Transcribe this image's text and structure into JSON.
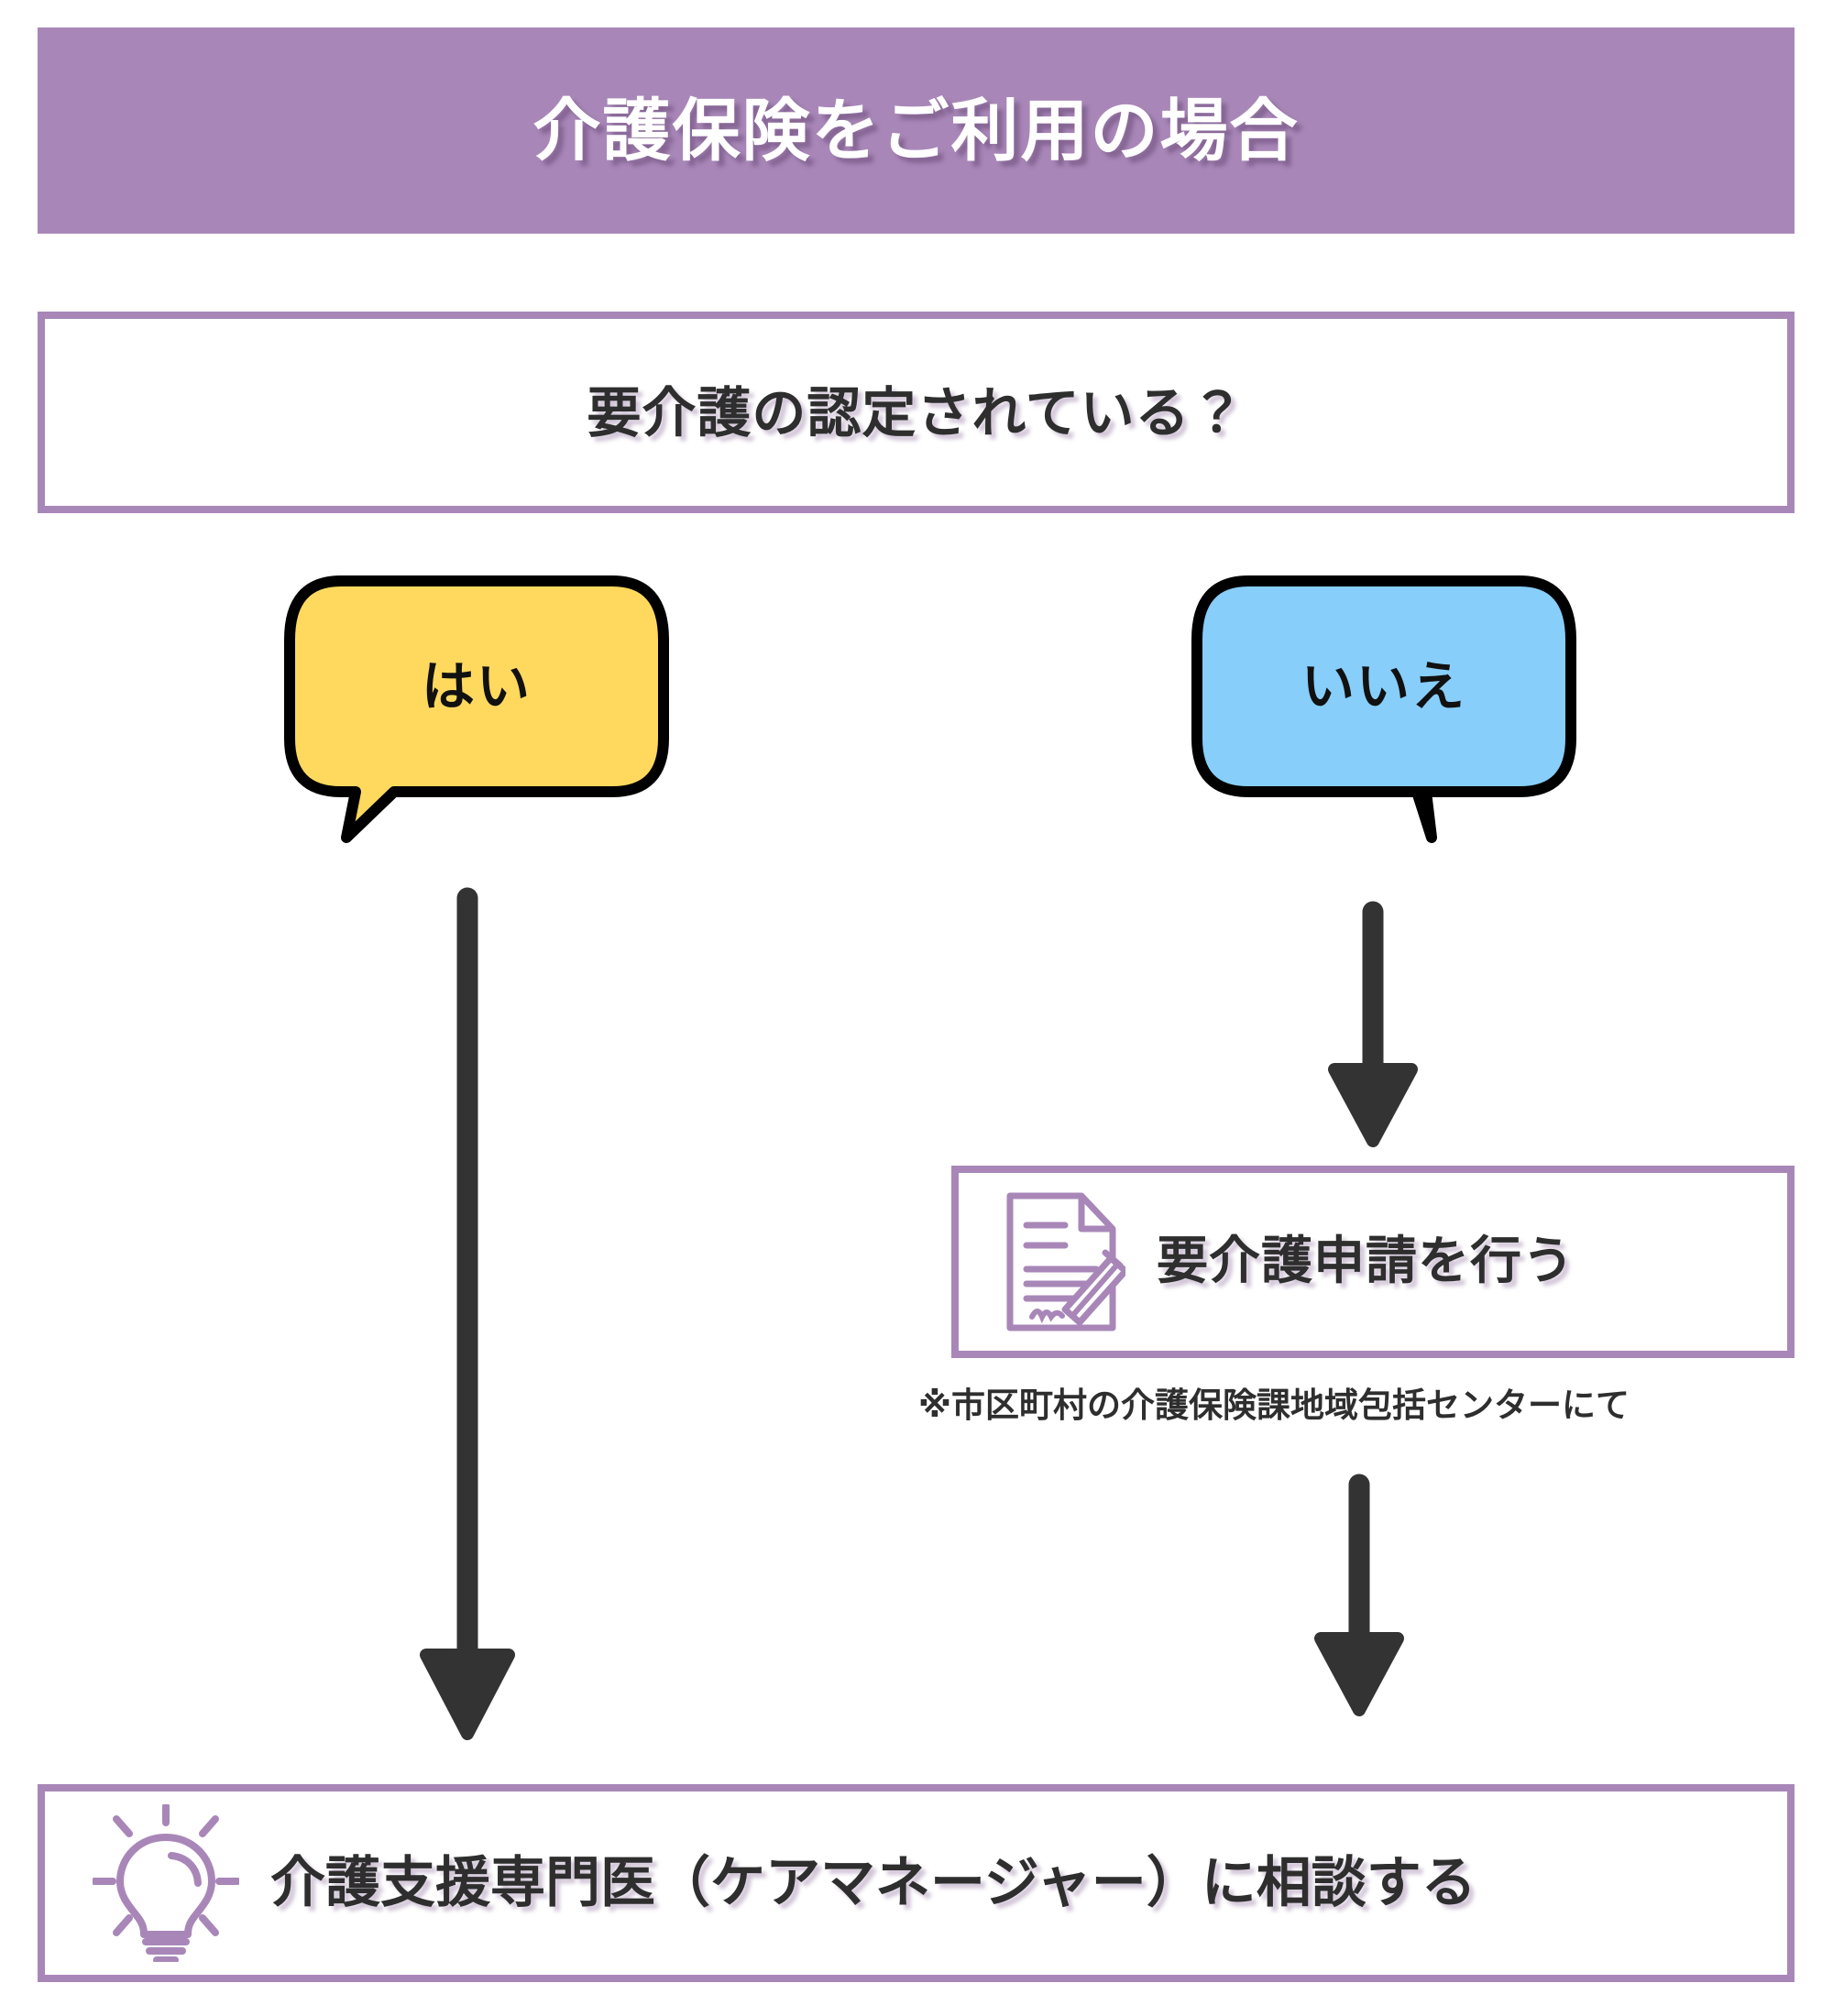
{
  "header": {
    "title": "介護保険をご利用の場合",
    "background_color": "#a887b8",
    "text_color": "#ffffff"
  },
  "question": {
    "text": "要介護の認定されている？",
    "border_color": "#a887b8"
  },
  "branches": [
    {
      "label": "はい",
      "bubble_color": "#ffd95e",
      "outline_color": "#000000",
      "tail_direction": "down-left"
    },
    {
      "label": "いいえ",
      "bubble_color": "#87cefa",
      "outline_color": "#000000",
      "tail_direction": "down-right"
    }
  ],
  "apply_step": {
    "text": "要介護申請を行う",
    "icon": "document-pen-icon",
    "border_color": "#a887b8"
  },
  "footnote": {
    "text": "※市区町村の介護保険課地域包括センターにて"
  },
  "consult_step": {
    "text": "介護支援専門医（ケアマネージャー）に相談する",
    "icon": "lightbulb-icon",
    "border_color": "#a887b8"
  },
  "arrows": {
    "yes_to_consult": "down-arrow",
    "no_to_apply": "down-arrow",
    "apply_to_consult": "down-arrow",
    "color": "#333333"
  }
}
